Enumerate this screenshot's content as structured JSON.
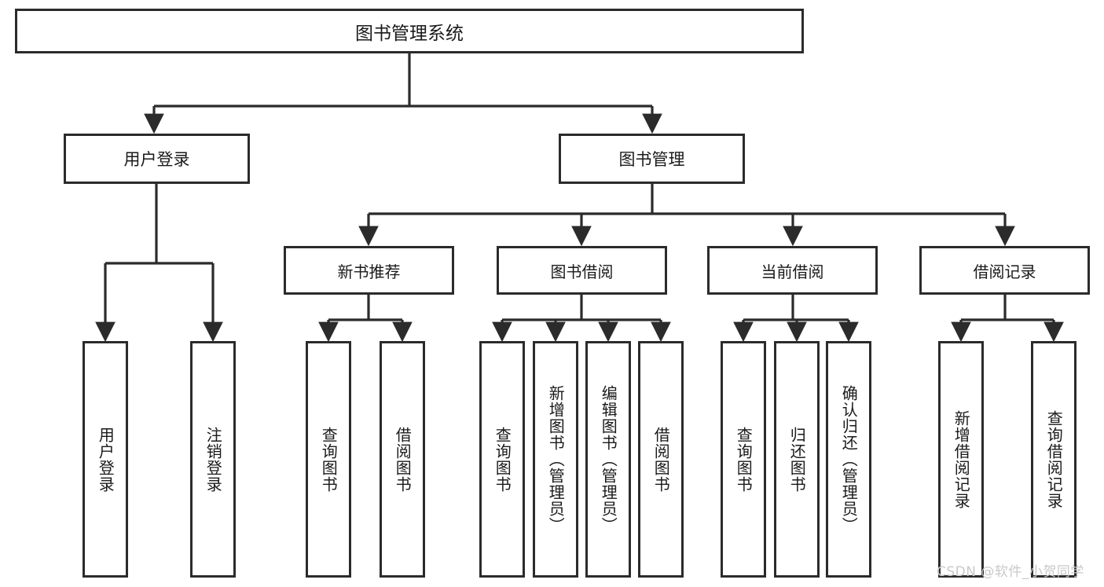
{
  "diagram": {
    "title": "图书管理系统",
    "type": "tree",
    "watermark": "CSDN @软件_小贺同学",
    "colors": {
      "box_border": "#2b2b2b",
      "box_fill": "#ffffff",
      "edge": "#2b2b2b",
      "text": "#1a1a1a",
      "watermark": "#c9c9c9",
      "background": "#ffffff"
    },
    "nodes": {
      "root": {
        "label": "图书管理系统"
      },
      "level1": [
        {
          "id": "user-login",
          "label": "用户登录"
        },
        {
          "id": "book-manage",
          "label": "图书管理"
        }
      ],
      "level2": [
        {
          "id": "new-book-recommend",
          "label": "新书推荐",
          "parent": "book-manage"
        },
        {
          "id": "book-borrow",
          "label": "图书借阅",
          "parent": "book-manage"
        },
        {
          "id": "current-borrow",
          "label": "当前借阅",
          "parent": "book-manage"
        },
        {
          "id": "borrow-record",
          "label": "借阅记录",
          "parent": "book-manage"
        }
      ],
      "leaves": [
        {
          "id": "leaf-user-login",
          "label": "用户登录",
          "parent": "user-login"
        },
        {
          "id": "leaf-logout-login",
          "label": "注销登录",
          "parent": "user-login"
        },
        {
          "id": "leaf-query-book-1",
          "label": "查询图书",
          "parent": "new-book-recommend"
        },
        {
          "id": "leaf-borrow-book-1",
          "label": "借阅图书",
          "parent": "new-book-recommend"
        },
        {
          "id": "leaf-query-book-2",
          "label": "查询图书",
          "parent": "book-borrow"
        },
        {
          "id": "leaf-add-book",
          "label": "新增图书（管理员）",
          "parent": "book-borrow"
        },
        {
          "id": "leaf-edit-book",
          "label": "编辑图书（管理员）",
          "parent": "book-borrow"
        },
        {
          "id": "leaf-borrow-book-2",
          "label": "借阅图书",
          "parent": "book-borrow"
        },
        {
          "id": "leaf-query-book-3",
          "label": "查询图书",
          "parent": "current-borrow"
        },
        {
          "id": "leaf-return-book",
          "label": "归还图书",
          "parent": "current-borrow"
        },
        {
          "id": "leaf-confirm-return",
          "label": "确认归还（管理员）",
          "parent": "current-borrow"
        },
        {
          "id": "leaf-add-record",
          "label": "新增借阅记录",
          "parent": "borrow-record"
        },
        {
          "id": "leaf-query-record",
          "label": "查询借阅记录",
          "parent": "borrow-record"
        }
      ]
    }
  }
}
